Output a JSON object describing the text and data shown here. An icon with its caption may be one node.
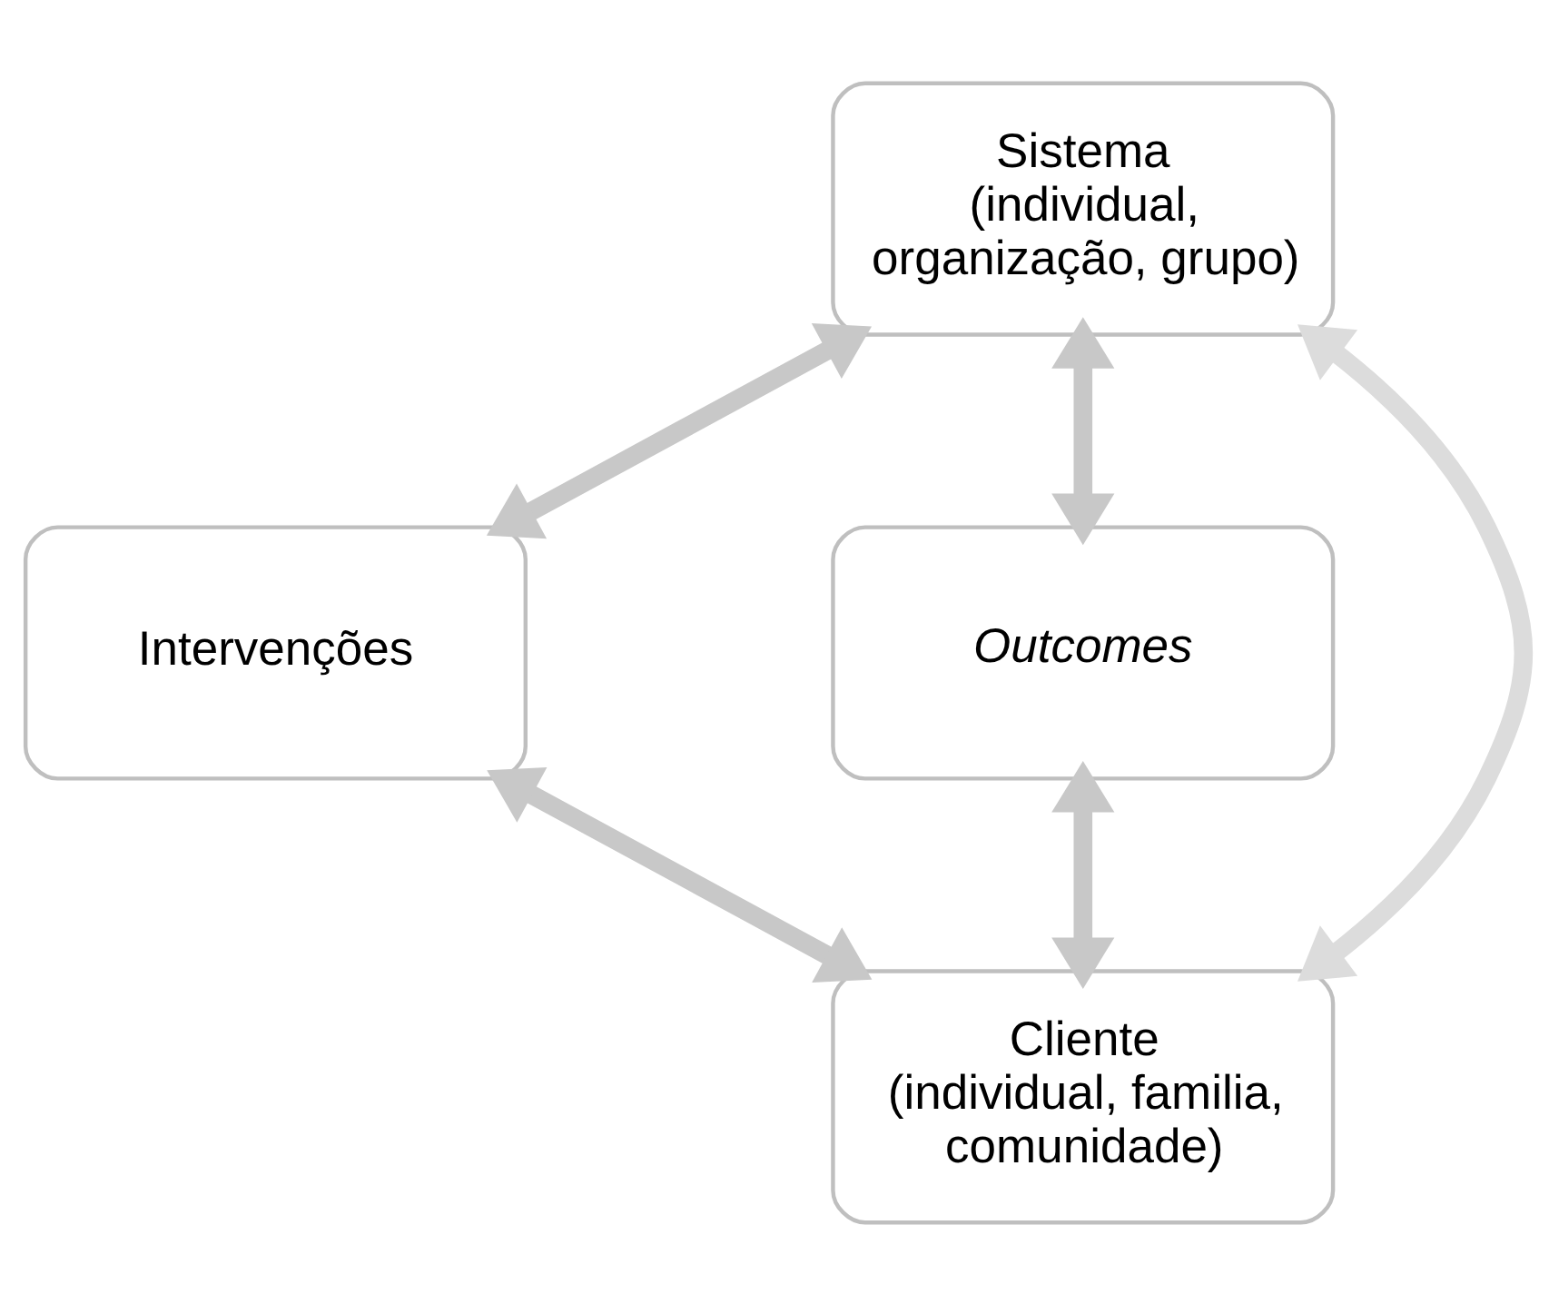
{
  "diagram": {
    "nodes": [
      {
        "text": [
          "Sistema",
          "(individual, organização, grupo)"
        ]
      },
      {
        "text": [
          "Intervenções"
        ]
      },
      {
        "text": [
          "Outcomes"
        ]
      },
      {
        "text": [
          "Cliente",
          "(individual, familia, comunidade)"
        ]
      }
    ],
    "edges": [
      {
        "from": 0,
        "to": 1,
        "arrow": "both"
      },
      {
        "from": 0,
        "to": 2,
        "arrow": "both"
      },
      {
        "from": 1,
        "to": 3,
        "arrow": "both"
      },
      {
        "from": 2,
        "to": 3,
        "arrow": "both"
      },
      {
        "from": 0,
        "to": 3,
        "arrow": "both"
      }
    ]
  }
}
